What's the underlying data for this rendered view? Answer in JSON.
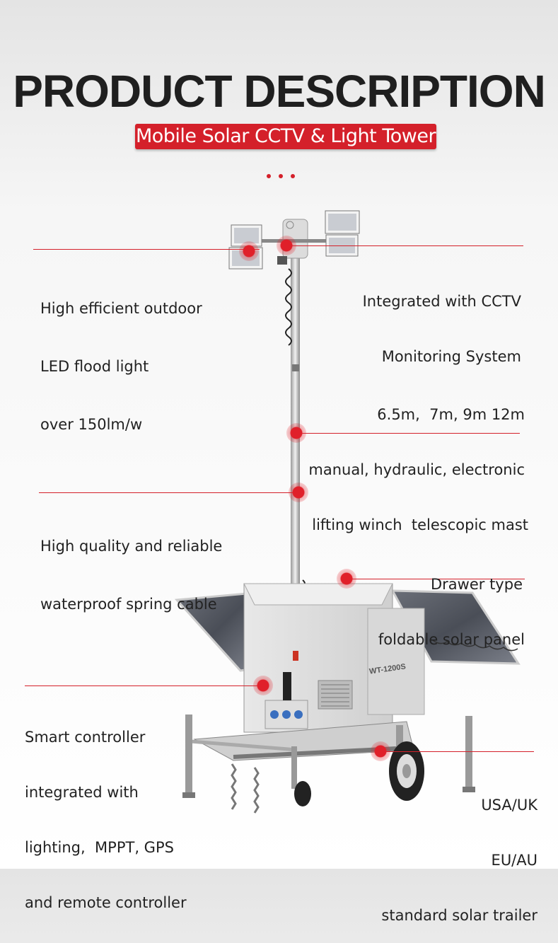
{
  "header": {
    "title": "PRODUCT DESCRIPTION",
    "subtitle": "Mobile Solar CCTV & Light Tower"
  },
  "features": {
    "led_light": [
      "High efficient outdoor",
      "LED flood light",
      "over 150lm/w"
    ],
    "cctv": [
      "Integrated with CCTV",
      "Monitoring System"
    ],
    "mast": [
      "6.5m,  7m, 9m 12m",
      "manual, hydraulic, electronic",
      "lifting winch  telescopic mast"
    ],
    "cable": [
      "High quality and reliable",
      "waterproof spring cable"
    ],
    "solar_panel": [
      "Drawer type",
      "foldable solar panel"
    ],
    "controller": [
      "Smart controller",
      "integrated with",
      "lighting,  MPPT, GPS",
      "and remote controller"
    ],
    "trailer": [
      "USA/UK",
      "EU/AU",
      "standard solar trailer"
    ]
  },
  "product_marking": "WT-1200S",
  "colors": {
    "accent": "#d4202a",
    "text": "#222222"
  }
}
